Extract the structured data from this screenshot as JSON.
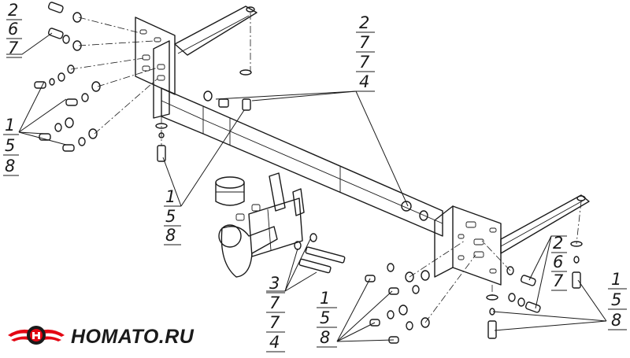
{
  "brand": {
    "name": "HOMATO.RU",
    "accent": "#e30613",
    "dark": "#1a1a1a"
  },
  "callouts": [
    {
      "id": "top-left",
      "numbers": [
        "2",
        "6",
        "7"
      ]
    },
    {
      "id": "left",
      "numbers": [
        "1",
        "5",
        "8"
      ]
    },
    {
      "id": "center",
      "numbers": [
        "1",
        "5",
        "8"
      ]
    },
    {
      "id": "top-middle",
      "numbers": [
        "2",
        "7",
        "7",
        "4"
      ]
    },
    {
      "id": "bottom-middle",
      "numbers": [
        "3",
        "7",
        "7",
        "4"
      ]
    },
    {
      "id": "bottom-center",
      "numbers": [
        "1",
        "5",
        "8"
      ]
    },
    {
      "id": "right-inner",
      "numbers": [
        "2",
        "6",
        "7"
      ]
    },
    {
      "id": "right-outer",
      "numbers": [
        "1",
        "5",
        "8"
      ]
    }
  ]
}
